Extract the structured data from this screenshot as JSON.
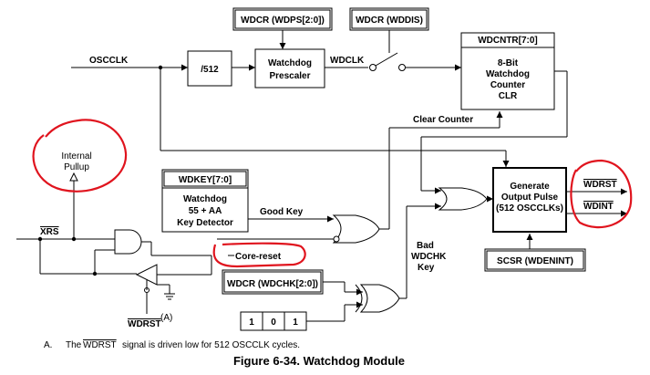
{
  "signals": {
    "osc_clk": "OSCCLK",
    "wd_clk": "WDCLK",
    "clear_counter": "Clear Counter",
    "good_key": "Good Key",
    "core_reset": "Core-reset",
    "bad_wdchk_key": [
      "Bad",
      "WDCHK",
      "Key"
    ],
    "xrs": "XRS",
    "wdrst_out": "WDRST",
    "wdint_out": "WDINT",
    "wdrst_bottom": "WDRST",
    "wdrst_bottom_sup": "(A)",
    "internal_pullup": [
      "Internal",
      "Pullup"
    ]
  },
  "blocks": {
    "div512": "/512",
    "wdcr_wdps": "WDCR (WDPS[2:0])",
    "prescaler": [
      "Watchdog",
      "Prescaler"
    ],
    "wdcr_wddis": "WDCR (WDDIS)",
    "wdcntr_header": "WDCNTR[7:0]",
    "wdcntr_body": [
      "8-Bit",
      "Watchdog",
      "Counter",
      "CLR"
    ],
    "wdkey_header": "WDKEY[7:0]",
    "wdkey_body": [
      "Watchdog",
      "55 + AA",
      "Key Detector"
    ],
    "gen_pulse": [
      "Generate",
      "Output Pulse",
      "(512 OSCCLKs)"
    ],
    "scsr": "SCSR (WDENINT)",
    "wdcr_wdchk": "WDCR (WDCHK[2:0])",
    "bits": [
      "1",
      "0",
      "1"
    ]
  },
  "footnote": {
    "prefix": "A.",
    "before": "The",
    "signal": "WDRST",
    "after": "signal is driven low for 512 OSCCLK cycles."
  },
  "caption": "Figure 6-34. Watchdog Module",
  "colors": {
    "annotation_red": "#e0141e",
    "line": "#000000"
  }
}
